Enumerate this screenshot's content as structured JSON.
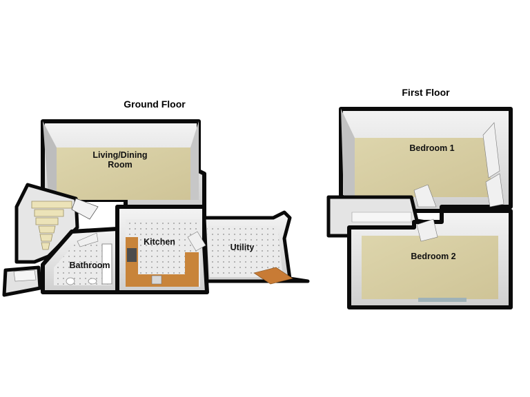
{
  "floors": {
    "ground": {
      "title": "Ground Floor",
      "rooms": {
        "living_dining": {
          "line1": "Living/Dining",
          "line2": "Room"
        },
        "kitchen": "Kitchen",
        "bathroom": "Bathroom",
        "utility": "Utility"
      }
    },
    "first": {
      "title": "First Floor",
      "rooms": {
        "bedroom1": "Bedroom 1",
        "bedroom2": "Bedroom 2"
      }
    }
  },
  "colors": {
    "wall": "#0a0a0a",
    "wall_inner": "#d9d9d9",
    "carpet": "#d8cfa3",
    "tile": "#e9e9e9",
    "worktop": "#c8843a",
    "door": "#c87b35"
  }
}
